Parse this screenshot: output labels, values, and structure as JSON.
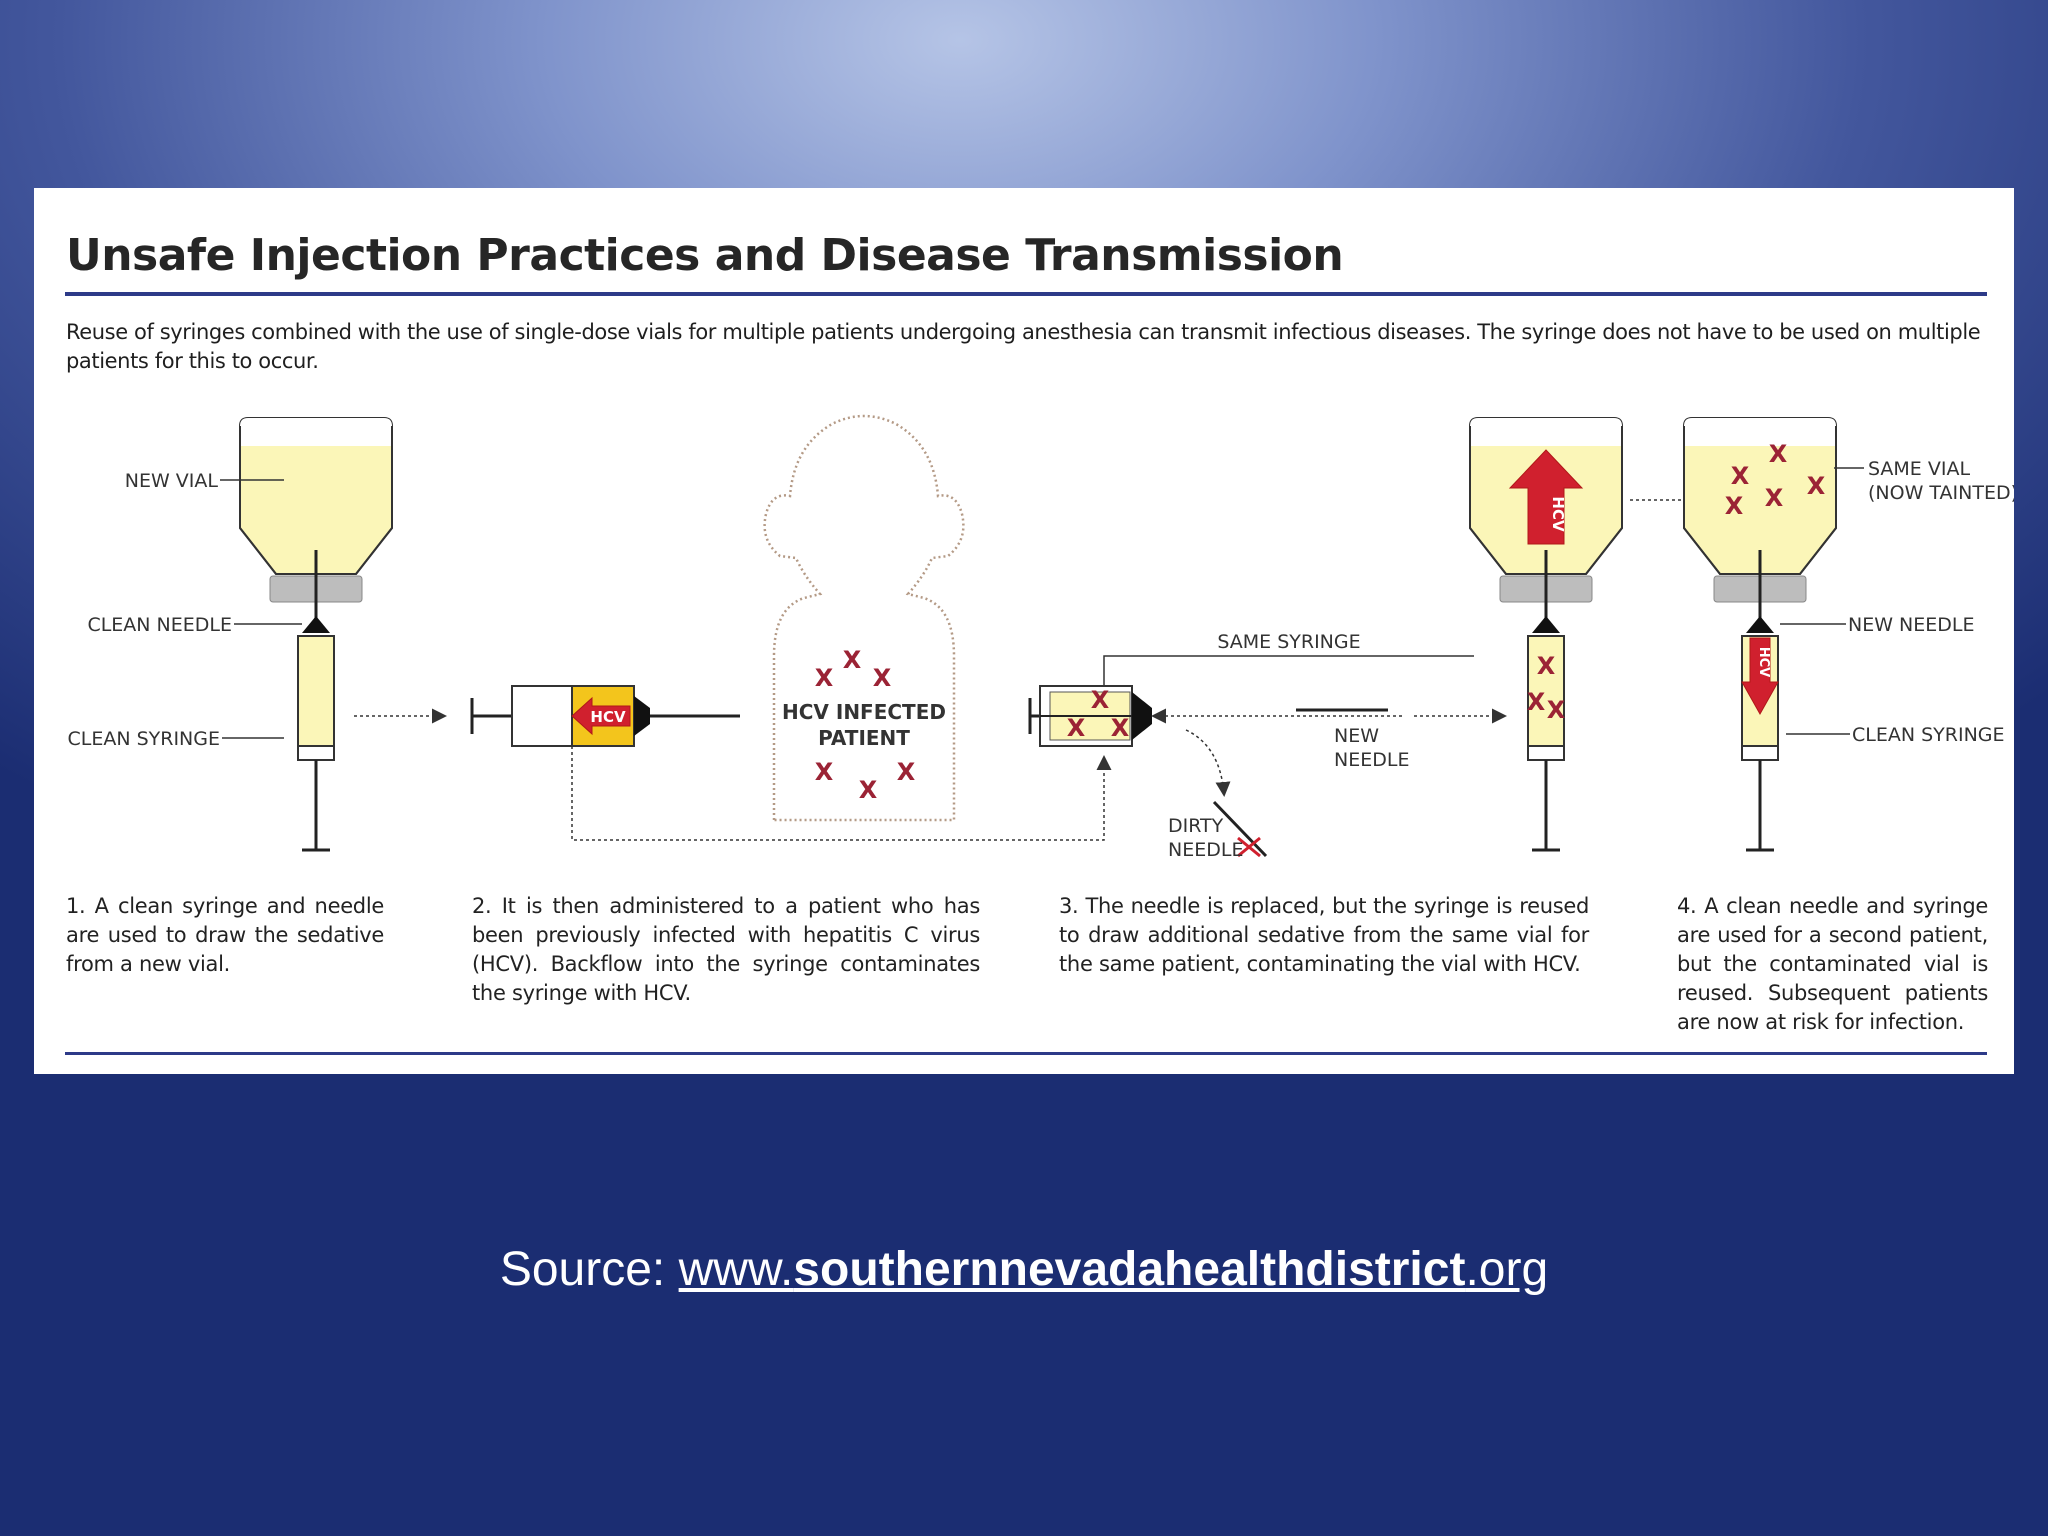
{
  "figure": {
    "title": "Unsafe Injection Practices and Disease Transmission",
    "intro": "Reuse of syringes combined with the use of single-dose vials for multiple patients undergoing anesthesia can transmit infectious diseases. The syringe does not have to be used on multiple patients for this to occur."
  },
  "diagram": {
    "labels": {
      "new_vial": "NEW VIAL",
      "clean_needle": "CLEAN NEEDLE",
      "clean_syringe_left": "CLEAN SYRINGE",
      "hcv_tag": "HCV",
      "patient_line1": "HCV INFECTED",
      "patient_line2": "PATIENT",
      "same_syringe": "SAME SYRINGE",
      "new_needle_line1": "NEW",
      "new_needle_line2": "NEEDLE",
      "dirty_needle_line1": "DIRTY",
      "dirty_needle_line2": "NEEDLE",
      "same_vial_line1": "SAME VIAL",
      "same_vial_line2": "(NOW TAINTED)",
      "new_needle_right": "NEW NEEDLE",
      "clean_syringe_right": "CLEAN SYRINGE",
      "x_mark": "X"
    },
    "colors": {
      "fluid": "#fbf6b8",
      "hcv_red": "#d0202e",
      "hcv_yellow": "#f3c51c",
      "x_mark": "#9b2335",
      "rule": "#2d3a88"
    }
  },
  "steps": [
    "1. A clean syringe and needle are used to draw the sedative from a new vial.",
    "2. It is then administered to a patient who has been previously infected with hepatitis C virus (HCV). Backflow into the syringe contaminates the syringe with HCV.",
    "3. The needle is replaced, but the syringe is reused to draw additional sedative from the same vial for the same patient, contaminating the vial with HCV.",
    "4. A clean needle and syringe are used for a second patient, but the contaminated vial is reused. Subsequent patients are now at risk for infection."
  ],
  "source": {
    "prefix": "Source: ",
    "link_start": "www.",
    "link_bold": "southernnevadahealthdistrict",
    "link_end": ".org"
  }
}
